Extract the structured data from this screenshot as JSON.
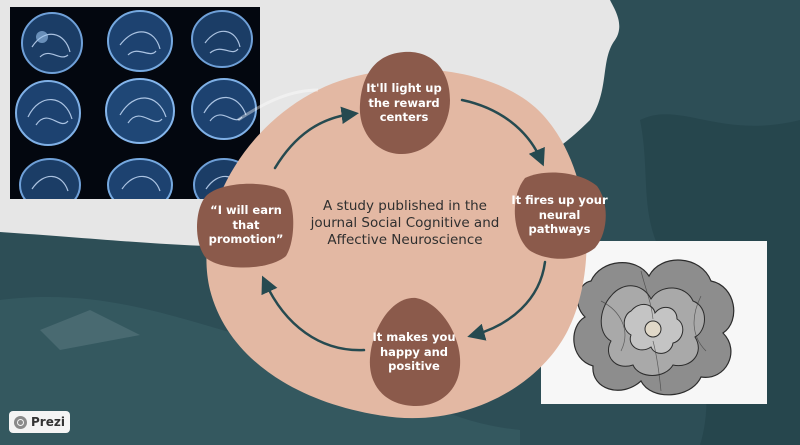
{
  "center_text": "A study published in the journal Social Cognitive and Affective Neuroscience",
  "nodes": {
    "top": "It'll light up the reward centers",
    "right": "It fires up your neural pathways",
    "bottom": "It makes you happy and positive",
    "left": "“I will earn that promotion”"
  },
  "brand": {
    "label": "Prezi"
  },
  "colors": {
    "background_light": "#e6e6e6",
    "mountain": "#2d4e56",
    "blob": "#e3b8a3",
    "node": "#8b5a4b",
    "arrow": "#264a50",
    "node_text": "#ffffff"
  }
}
